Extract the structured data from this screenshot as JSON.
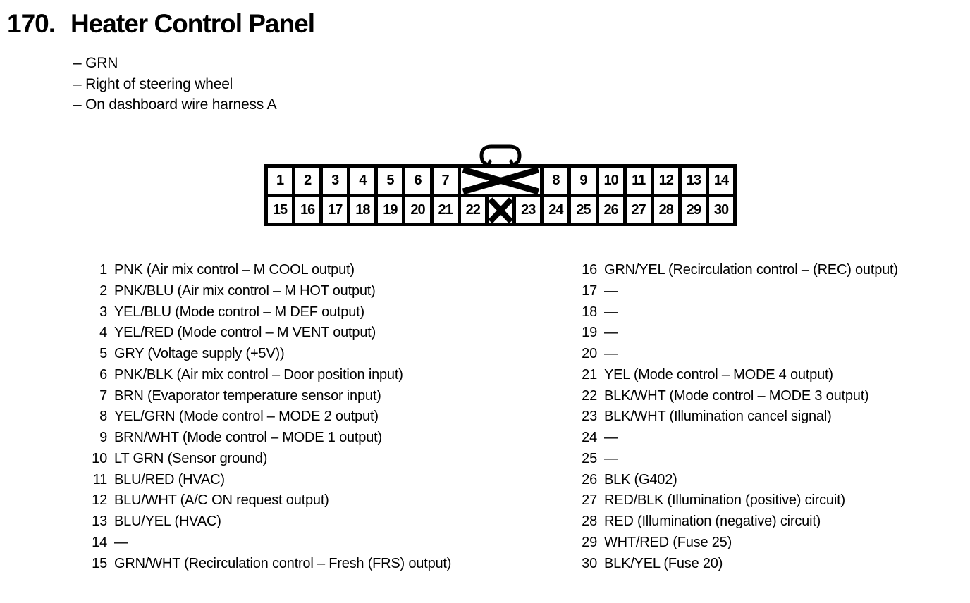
{
  "colors": {
    "ink": "#000000",
    "paper": "#ffffff"
  },
  "header": {
    "section_number": "170.",
    "title": "Heater Control Panel",
    "location_notes": [
      "– GRN",
      "– Right of steering wheel",
      "– On dashboard wire harness A"
    ]
  },
  "connector": {
    "top_left": [
      "1",
      "2",
      "3",
      "4",
      "5",
      "6",
      "7"
    ],
    "top_right": [
      "8",
      "9",
      "10",
      "11",
      "12",
      "13",
      "14"
    ],
    "bottom_left": [
      "15",
      "16",
      "17",
      "18",
      "19",
      "20",
      "21",
      "22"
    ],
    "bottom_right": [
      "23",
      "24",
      "25",
      "26",
      "27",
      "28",
      "29",
      "30"
    ]
  },
  "pins": {
    "left": [
      {
        "n": "1",
        "d": "PNK (Air mix control – M COOL output)"
      },
      {
        "n": "2",
        "d": "PNK/BLU (Air mix control – M HOT output)"
      },
      {
        "n": "3",
        "d": "YEL/BLU (Mode control – M DEF output)"
      },
      {
        "n": "4",
        "d": "YEL/RED (Mode control – M VENT output)"
      },
      {
        "n": "5",
        "d": "GRY (Voltage supply (+5V))"
      },
      {
        "n": "6",
        "d": "PNK/BLK (Air mix control – Door position input)"
      },
      {
        "n": "7",
        "d": "BRN (Evaporator temperature sensor input)"
      },
      {
        "n": "8",
        "d": "YEL/GRN (Mode control – MODE 2 output)"
      },
      {
        "n": "9",
        "d": "BRN/WHT (Mode control – MODE 1 output)"
      },
      {
        "n": "10",
        "d": "LT GRN (Sensor ground)"
      },
      {
        "n": "11",
        "d": "BLU/RED (HVAC)"
      },
      {
        "n": "12",
        "d": "BLU/WHT (A/C ON request output)"
      },
      {
        "n": "13",
        "d": "BLU/YEL (HVAC)"
      },
      {
        "n": "14",
        "d": "—"
      },
      {
        "n": "15",
        "d": "GRN/WHT (Recirculation control – Fresh (FRS) output)"
      }
    ],
    "right": [
      {
        "n": "16",
        "d": "GRN/YEL (Recirculation control – (REC) output)"
      },
      {
        "n": "17",
        "d": "—"
      },
      {
        "n": "18",
        "d": "—"
      },
      {
        "n": "19",
        "d": "—"
      },
      {
        "n": "20",
        "d": "—"
      },
      {
        "n": "21",
        "d": "YEL (Mode control – MODE 4 output)"
      },
      {
        "n": "22",
        "d": "BLK/WHT (Mode control – MODE 3 output)"
      },
      {
        "n": "23",
        "d": "BLK/WHT (Illumination cancel signal)"
      },
      {
        "n": "24",
        "d": "—"
      },
      {
        "n": "25",
        "d": "—"
      },
      {
        "n": "26",
        "d": "BLK (G402)"
      },
      {
        "n": "27",
        "d": "RED/BLK (Illumination (positive) circuit)"
      },
      {
        "n": "28",
        "d": "RED (Illumination (negative) circuit)"
      },
      {
        "n": "29",
        "d": "WHT/RED (Fuse 25)"
      },
      {
        "n": "30",
        "d": "BLK/YEL (Fuse 20)"
      }
    ]
  }
}
